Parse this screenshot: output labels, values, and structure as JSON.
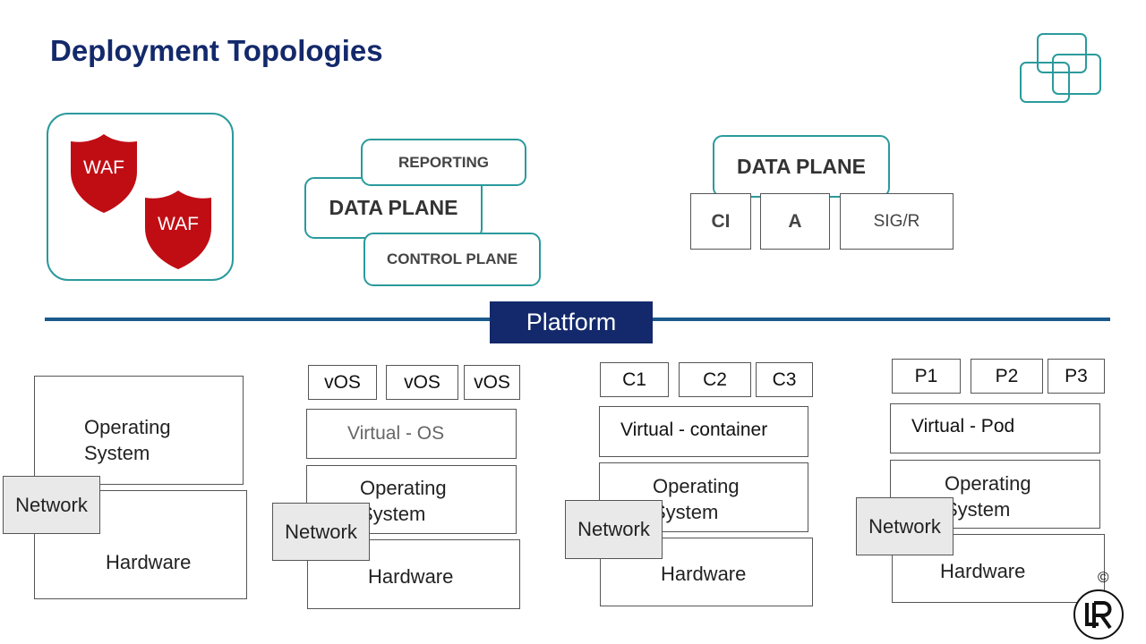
{
  "slide": {
    "title": "Deployment Topologies"
  },
  "icons": {
    "shield_1_label": "WAF",
    "shield_2_label": "WAF",
    "shield_color": "#c00d14"
  },
  "modular": {
    "reporting": "REPORTING",
    "data_plane": "DATA PLANE",
    "control_plane": "CONTROL PLANE"
  },
  "integrated": {
    "data_plane": "DATA PLANE",
    "modules": [
      "CI",
      "A",
      "SIG/R"
    ]
  },
  "platform": {
    "label": "Platform"
  },
  "stacks": {
    "bare_metal": {
      "os": "Operating\nSystem",
      "network": "Network",
      "hardware": "Hardware"
    },
    "vm": {
      "guests": [
        "vOS",
        "vOS",
        "vOS"
      ],
      "virtual": "Virtual - OS",
      "os": "Operating\nSystem",
      "network": "Network",
      "hardware": "Hardware"
    },
    "container": {
      "guests": [
        "C1",
        "C2",
        "C3"
      ],
      "virtual": "Virtual - container",
      "os": "Operating\nSystem",
      "network": "Network",
      "hardware": "Hardware"
    },
    "pod": {
      "guests": [
        "P1",
        "P2",
        "P3"
      ],
      "virtual": "Virtual - Pod",
      "os": "Operating\nSystem",
      "network": "Network",
      "hardware": "Hardware"
    }
  },
  "colors": {
    "title": "#13296b",
    "teal": "#2a9a9c",
    "platform_bar": "#13296b",
    "platform_line": "#1b5a8c"
  },
  "footer": {
    "copyright": "©"
  }
}
